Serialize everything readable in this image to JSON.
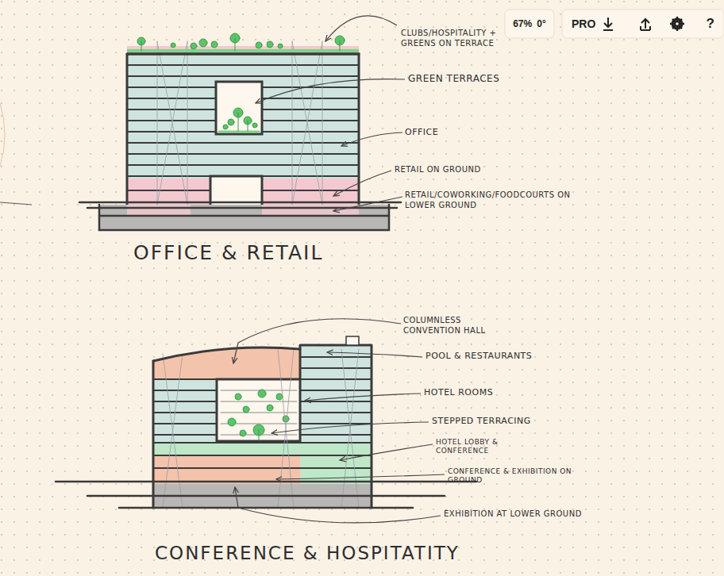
{
  "diagram": {
    "nodes": [
      {
        "text": [
          "67%",
          "0°"
        ]
      },
      {
        "text": [
          "PRO",
          "?"
        ]
      }
    ],
    "labels": [
      "CLUBS/HOSPITALITY + GREENS ON TERRACE",
      "GREEN TERRACES",
      "OFFICE",
      "RETAIL ON GROUND",
      "RETAIL/COWORKING/FOODCOURTS ON LOWER GROUND",
      "OFFICE & RETAIL",
      "COLUMNLESS CONVENTION HALL",
      "POOL & RESTAURANTS",
      "HOTEL ROOMS",
      "STEPPED TERRACING",
      "HOTEL LOBBY & CONFERENCE",
      "CONFERENCE & EXHIBITION ON GROUND",
      "EXHIBITION AT LOWER GROUND",
      "CONFERENCE & HOSPITATITY"
    ]
  }
}
